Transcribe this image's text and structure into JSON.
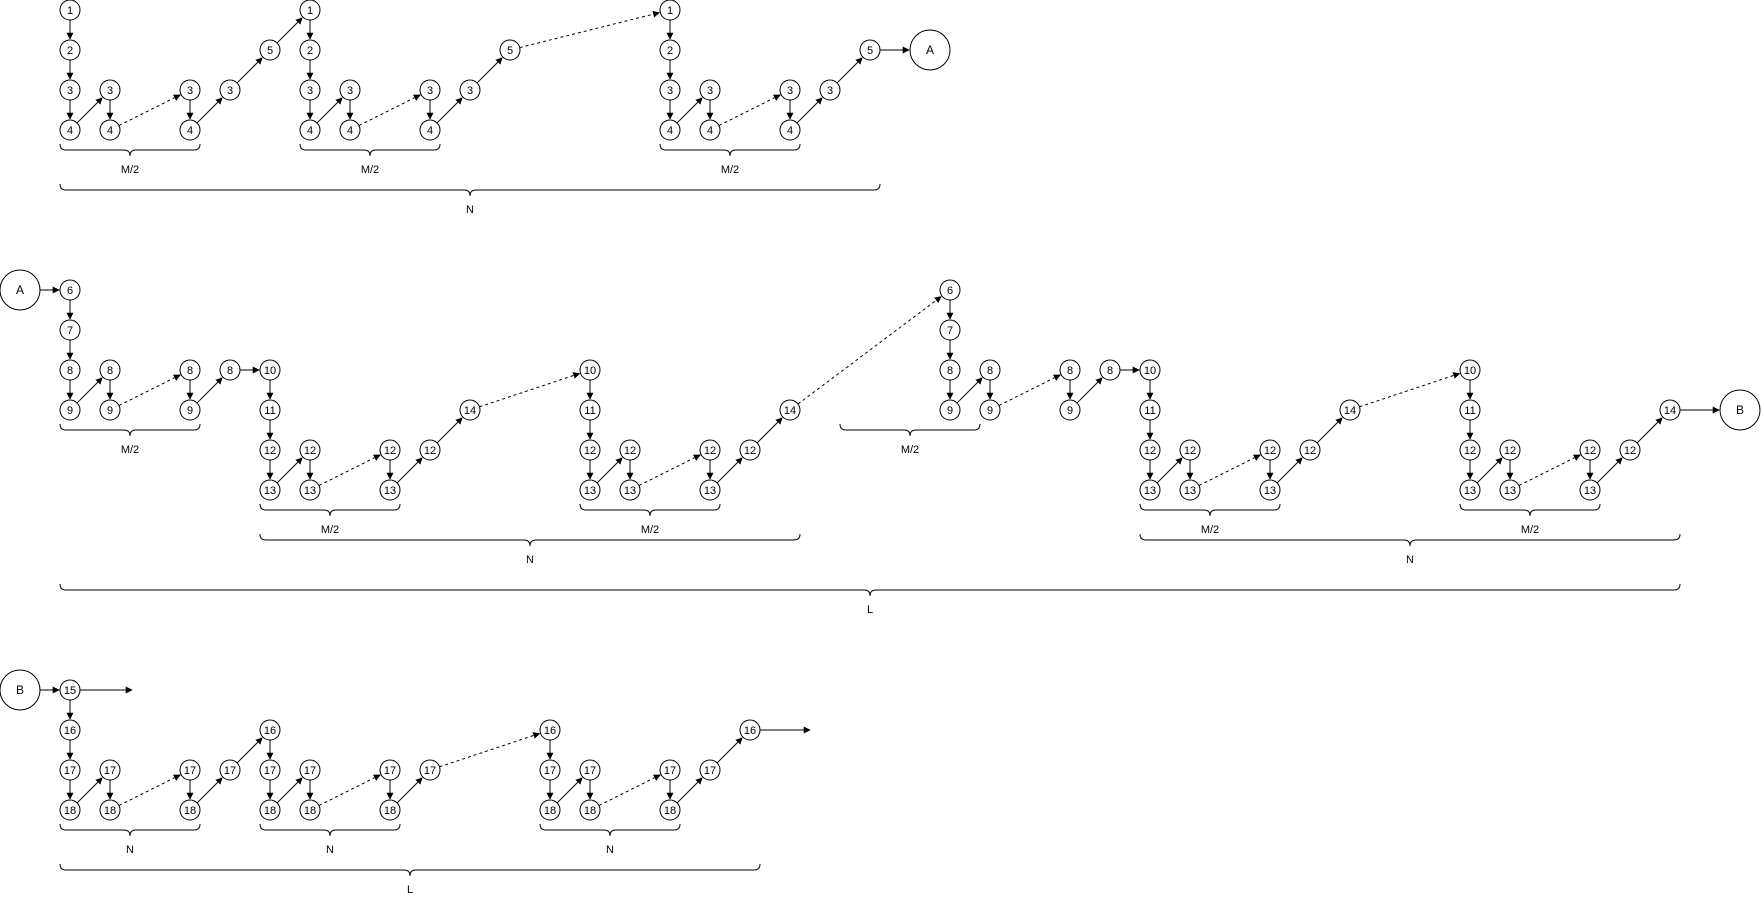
{
  "labels": {
    "connector_a": "A",
    "connector_b": "B",
    "m_half": "M/2",
    "n": "N",
    "l": "L"
  },
  "colors": {
    "stroke": "#000000",
    "fill": "#ffffff",
    "background": "#ffffff"
  }
}
